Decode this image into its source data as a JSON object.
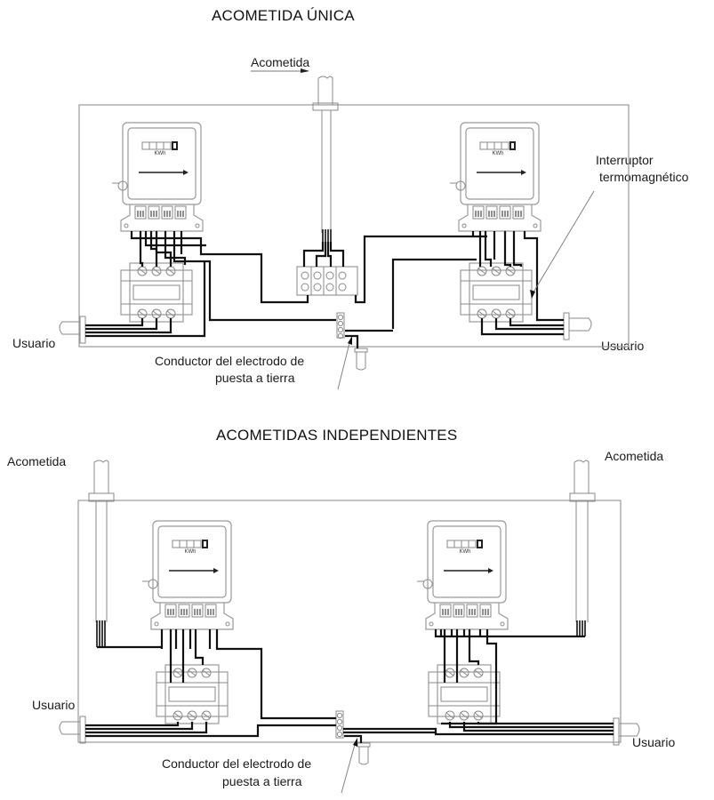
{
  "diagrams": [
    {
      "title": "ACOMETIDA ÚNICA",
      "labels": {
        "service_entry": "Acometida",
        "breaker": "Interruptor\ntermomagnético",
        "breaker_line1": "Interruptor",
        "breaker_line2": "termomagnético",
        "user_left": "Usuario",
        "user_right": "Usuario",
        "ground_line1": "Conductor del electrodo de",
        "ground_line2": "puesta a tierra"
      },
      "meters": [
        {
          "unit_label": "KWh"
        },
        {
          "unit_label": "KWh"
        }
      ]
    },
    {
      "title": "ACOMETIDAS INDEPENDIENTES",
      "labels": {
        "service_entry_left": "Acometida",
        "service_entry_right": "Acometida",
        "user_left": "Usuario",
        "user_right": "Usuario",
        "ground_line1": "Conductor del electrodo de",
        "ground_line2": "puesta a tierra"
      },
      "meters": [
        {
          "unit_label": "KWh"
        },
        {
          "unit_label": "KWh"
        }
      ]
    }
  ]
}
